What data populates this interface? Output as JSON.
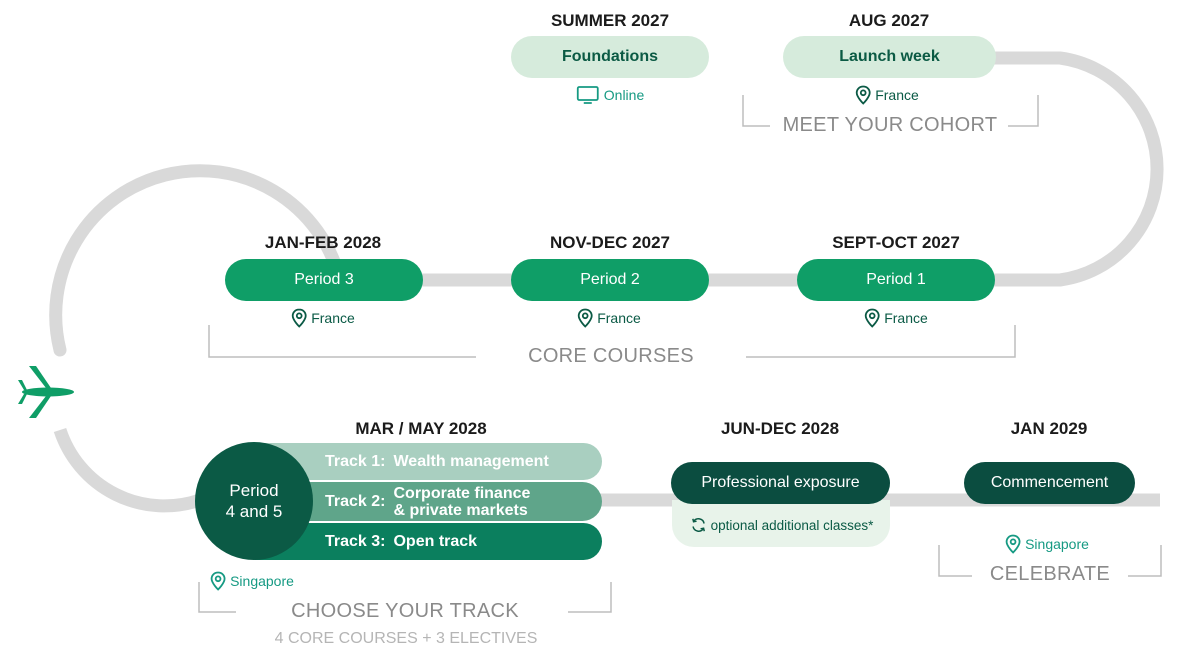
{
  "phases": {
    "summer": {
      "date": "SUMMER 2027",
      "label": "Foundations",
      "location": "Online",
      "location_icon": "monitor-icon"
    },
    "aug": {
      "date": "AUG 2027",
      "label": "Launch week",
      "location": "France",
      "location_icon": "location-pin-icon"
    },
    "p1": {
      "date": "SEPT-OCT 2027",
      "label": "Period 1",
      "location": "France"
    },
    "p2": {
      "date": "NOV-DEC 2027",
      "label": "Period 2",
      "location": "France"
    },
    "p3": {
      "date": "JAN-FEB 2028",
      "label": "Period 3",
      "location": "France"
    },
    "p45": {
      "date": "MAR / MAY 2028",
      "label_line1": "Period",
      "label_line2": "4 and 5",
      "location": "Singapore",
      "tracks": [
        {
          "name": "Track 1:",
          "desc": "Wealth management"
        },
        {
          "name": "Track 2:",
          "desc_line1": "Corporate finance",
          "desc_line2": "& private markets"
        },
        {
          "name": "Track 3:",
          "desc": "Open track"
        }
      ]
    },
    "jun": {
      "date": "JUN-DEC 2028",
      "label": "Professional exposure",
      "note": "optional additional classes*",
      "note_icon": "refresh-icon"
    },
    "jan": {
      "date": "JAN 2029",
      "label": "Commencement",
      "location": "Singapore"
    }
  },
  "sections": {
    "cohort": "MEET YOUR COHORT",
    "core": "CORE COURSES",
    "track": "CHOOSE YOUR TRACK",
    "track_sub": "4 CORE COURSES + 3 ELECTIVES",
    "celebrate": "CELEBRATE"
  },
  "decorations": {
    "travel_icon": "airplane-icon"
  },
  "colors": {
    "road": "#d9d9d9",
    "light_pill": "#d6ebdc",
    "green_pill": "#0f9e67",
    "dark_pill": "#0b4d40",
    "track1": "#a9cfc0",
    "track2": "#5fa58a",
    "track3": "#0b7f5e",
    "period45_circle": "#0b5a45",
    "airplane": "#0f9e67"
  }
}
